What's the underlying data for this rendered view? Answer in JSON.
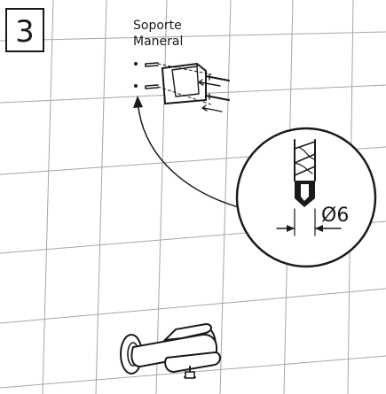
{
  "step": {
    "number": "3"
  },
  "part": {
    "name_line1": "Soporte",
    "name_line2": "Maneral"
  },
  "drill_detail": {
    "diameter_label": "Ø6"
  }
}
